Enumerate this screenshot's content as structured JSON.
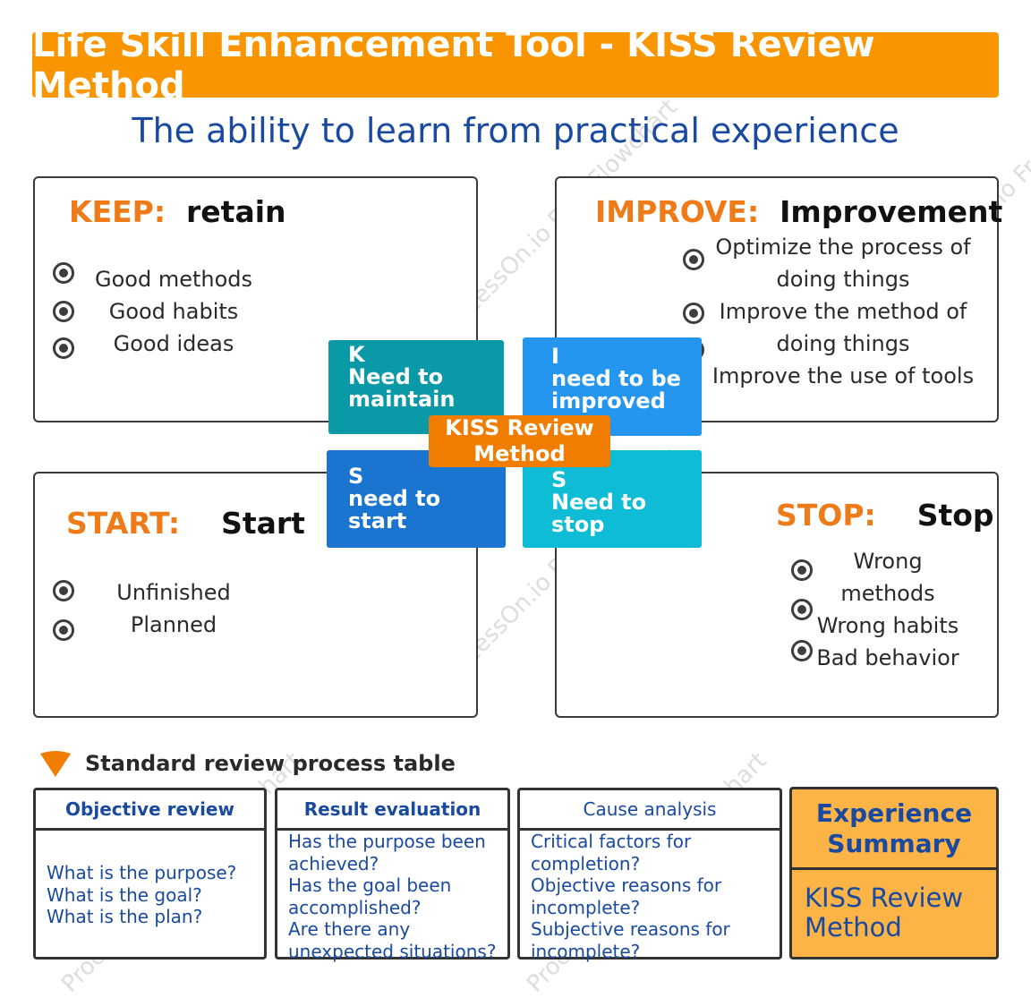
{
  "title": "Life Skill Enhancement Tool - KISS Review Method",
  "subtitle": "The ability to learn from practical experience",
  "quadrants": {
    "keep": {
      "keyword": "KEEP:",
      "translation": "retain",
      "items": [
        "Good methods",
        "Good habits",
        "Good ideas"
      ]
    },
    "improve": {
      "keyword": "IMPROVE:",
      "translation": "Improvement",
      "item_lines": [
        "Optimize the process of",
        "doing things",
        "Improve the method of",
        "doing things",
        "Improve the use of tools"
      ]
    },
    "start": {
      "keyword": "START:",
      "translation": "Start",
      "items": [
        "Unfinished",
        "Planned"
      ]
    },
    "stop": {
      "keyword": "STOP:",
      "translation": "Stop",
      "item_lines": [
        "Wrong",
        "methods",
        "Wrong habits",
        "Bad behavior"
      ]
    }
  },
  "tiles": {
    "keep": {
      "letter": "K",
      "line1": "Need to",
      "line2": "maintain",
      "color": "#0a99a7"
    },
    "improve": {
      "letter": "I",
      "line1": "need to be",
      "line2": "improved",
      "color": "#2496f0"
    },
    "start": {
      "letter": "S",
      "line1": "need to",
      "line2": "start",
      "color": "#1a75d0"
    },
    "stop": {
      "letter": "S",
      "line1": "Need to",
      "line2": "stop",
      "color": "#0ebcd6"
    }
  },
  "center": {
    "line1": "KISS Review",
    "line2": "Method"
  },
  "section_title": "Standard review process table",
  "table": {
    "objective": {
      "header": "Objective review",
      "lines": [
        "What is the purpose?",
        "What is the goal?",
        "What is the plan?"
      ]
    },
    "result": {
      "header": "Result evaluation",
      "lines": [
        "Has the purpose been",
        "achieved?",
        "Has the goal been",
        "accomplished?",
        "Are there any",
        "unexpected situations?"
      ]
    },
    "cause": {
      "header": "Cause analysis",
      "lines": [
        "Critical factors for",
        "completion?",
        "Objective reasons for",
        "incomplete?",
        "Subjective reasons for",
        "incomplete?"
      ]
    },
    "experience": {
      "header_line1": "Experience",
      "header_line2": "Summary",
      "body_line1": "KISS Review",
      "body_line2": "Method"
    }
  },
  "colors": {
    "title_bg": "#f99500",
    "keyword": "#ef7a18",
    "center_box": "#f07d00",
    "blue_text": "#1a4aa0",
    "summary_bg": "#fcb447"
  },
  "watermark": "ProcessOn.io Free Flowchart"
}
